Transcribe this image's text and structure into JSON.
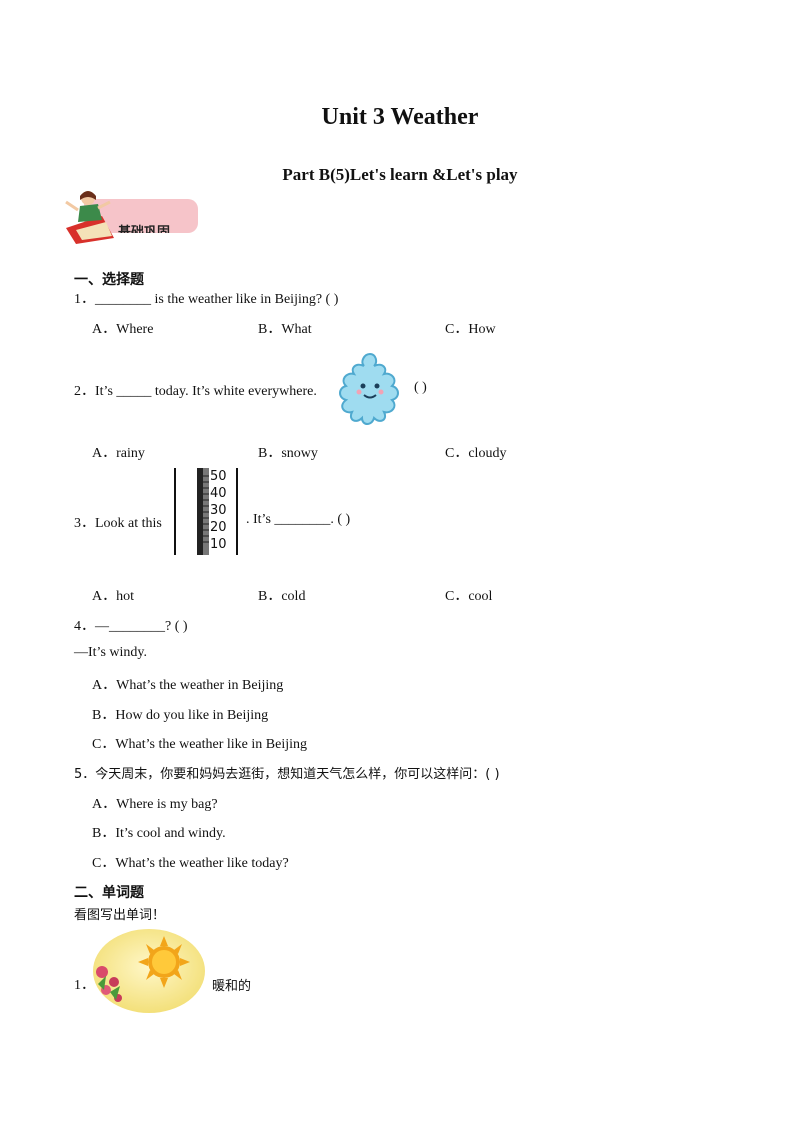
{
  "header": {
    "title": "Unit  3  Weather",
    "subtitle": "Part  B(5)Let's learn &Let's  play",
    "badge": "基础巩固"
  },
  "section1": {
    "heading": "一、选择题",
    "q1": {
      "text": "1．________ is the weather like in Beijing? (   )",
      "a": "A．Where",
      "b": "B．What",
      "c": "C．How"
    },
    "q2": {
      "text": "2．It’s _____ today. It’s white everywhere.",
      "paren": "(    )",
      "a": "A．rainy",
      "b": "B．snowy",
      "c": "C．cloudy"
    },
    "q3": {
      "text_before": "3．Look at this",
      "text_after": ". It’s ________.  (    )",
      "thermo": [
        "50",
        "40",
        "30",
        "20",
        "10"
      ],
      "a": "A．hot",
      "b": "B．cold",
      "c": "C．cool"
    },
    "q4": {
      "text": "4．—________? (   )",
      "reply": "—It’s windy.",
      "a": "A．What’s the weather in Beijing",
      "b": "B．How do you like in Beijing",
      "c": "C．What’s the weather like in Beijing"
    },
    "q5": {
      "text": "5．今天周末，你要和妈妈去逛街，想知道天气怎么样，你可以这样问：(   )",
      "a": "A．Where is my bag?",
      "b": "B．It’s cool and windy.",
      "c": "C．What’s the weather like today?"
    }
  },
  "section2": {
    "heading": "二、单词题",
    "instruction": "看图写出单词！",
    "item1_num": "1．",
    "item1_hint": "暖和的"
  }
}
